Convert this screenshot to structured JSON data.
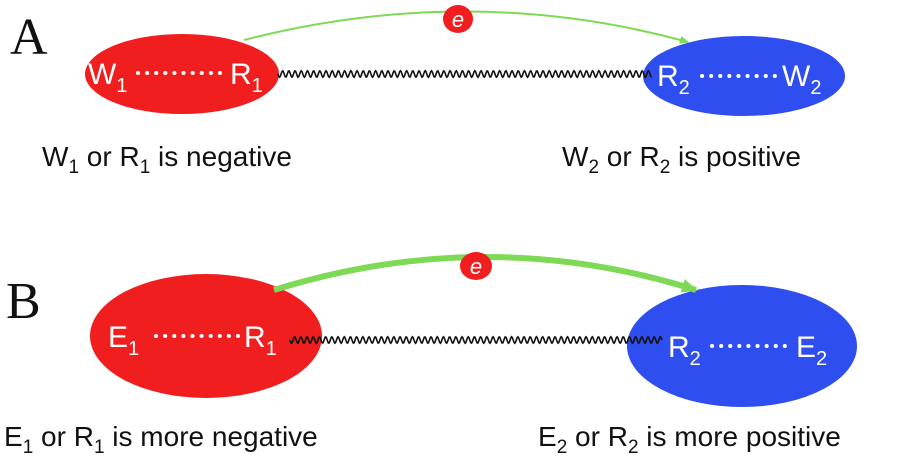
{
  "colors": {
    "negative_ellipse": "#f01e1e",
    "positive_ellipse": "#2f4ef0",
    "arrow": "#7ed957",
    "electron_badge": "#f01e1e",
    "text": "#111111",
    "label_on_ellipse": "#ffffff",
    "wavy_link": "#111111"
  },
  "panels": {
    "A": {
      "letter": "A",
      "electron": "e",
      "left": {
        "main": "W",
        "main_sub": "1",
        "end": "R",
        "end_sub": "1"
      },
      "right": {
        "main": "R",
        "main_sub": "2",
        "end": "W",
        "end_sub": "2"
      },
      "caption_left": {
        "p1": "W",
        "s1": "1",
        "p2": " or R",
        "s2": "1",
        "p3": " is negative"
      },
      "caption_right": {
        "p1": "W",
        "s1": "2",
        "p2": " or R",
        "s2": "2",
        "p3": " is positive"
      }
    },
    "B": {
      "letter": "B",
      "electron": "e",
      "left": {
        "main": "E",
        "main_sub": "1",
        "end": "R",
        "end_sub": "1"
      },
      "right": {
        "main": "R",
        "main_sub": "2",
        "end": "E",
        "end_sub": "2"
      },
      "caption_left": {
        "p1": "E",
        "s1": "1",
        "p2": " or R",
        "s2": "1",
        "p3": " is more negative"
      },
      "caption_right": {
        "p1": "E",
        "s1": "2",
        "p2": " or R",
        "s2": "2",
        "p3": " is more positive"
      }
    }
  }
}
